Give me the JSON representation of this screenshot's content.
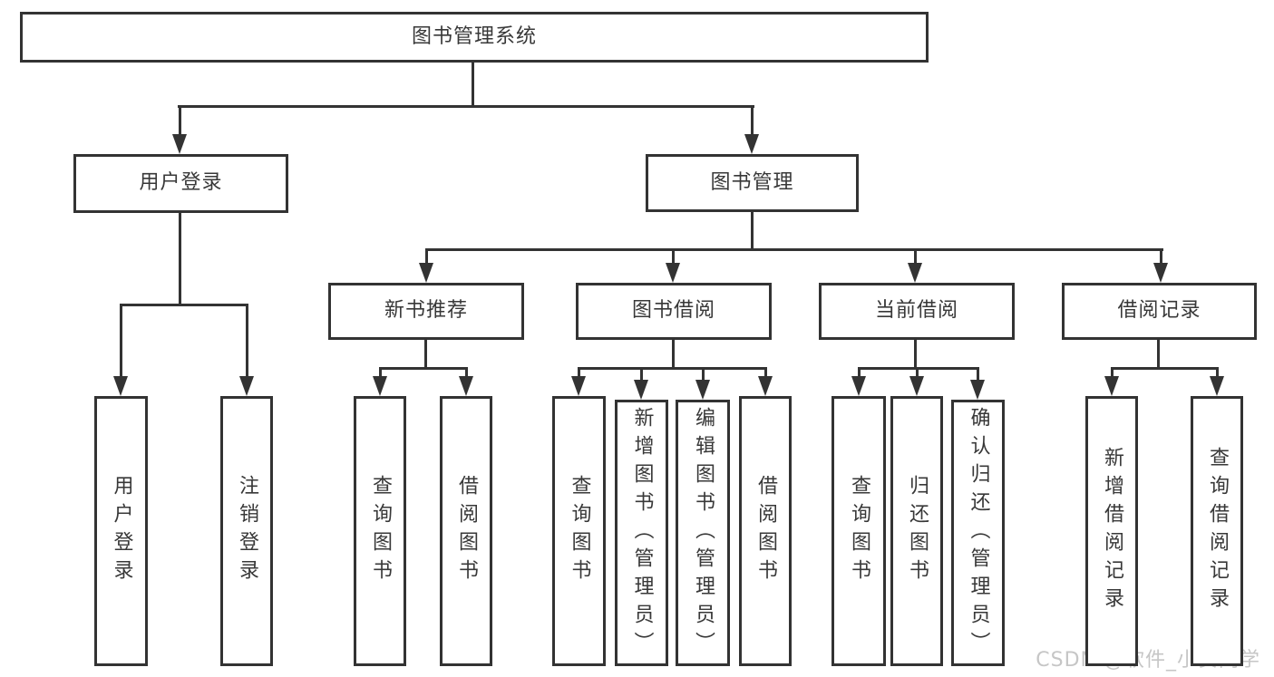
{
  "nodes": {
    "root": "图书管理系统",
    "user-login": "用户登录",
    "book-mgmt": "图书管理",
    "new-book-rec": "新书推荐",
    "book-borrow": "图书借阅",
    "current-borrow": "当前借阅",
    "borrow-record": "借阅记录",
    "leaf-user-login": "用户登录",
    "leaf-logout": "注销登录",
    "leaf-query-book-1": "查询图书",
    "leaf-borrow-book-1": "借阅图书",
    "leaf-query-book-2": "查询图书",
    "leaf-add-book": "新增图书（管理员）",
    "leaf-edit-book": "编辑图书（管理员）",
    "leaf-borrow-book-2": "借阅图书",
    "leaf-query-book-3": "查询图书",
    "leaf-return-book": "归还图书",
    "leaf-confirm-return": "确认归还（管理员）",
    "leaf-add-borrow-record": "新增借阅记录",
    "leaf-query-borrow-record": "查询借阅记录"
  },
  "hierarchy": {
    "root": [
      "user-login",
      "book-mgmt"
    ],
    "user-login": [
      "leaf-user-login",
      "leaf-logout"
    ],
    "book-mgmt": [
      "new-book-rec",
      "book-borrow",
      "current-borrow",
      "borrow-record"
    ],
    "new-book-rec": [
      "leaf-query-book-1",
      "leaf-borrow-book-1"
    ],
    "book-borrow": [
      "leaf-query-book-2",
      "leaf-add-book",
      "leaf-edit-book",
      "leaf-borrow-book-2"
    ],
    "current-borrow": [
      "leaf-query-book-3",
      "leaf-return-book",
      "leaf-confirm-return"
    ],
    "borrow-record": [
      "leaf-add-borrow-record",
      "leaf-query-borrow-record"
    ]
  },
  "watermark": {
    "text": "CSDN @软件_小贺同学"
  },
  "colors": {
    "line": "#333333",
    "text": "#383838",
    "box_background": "#ffffff",
    "page_background": "#ffffff",
    "watermark": "#c6c6c6"
  }
}
